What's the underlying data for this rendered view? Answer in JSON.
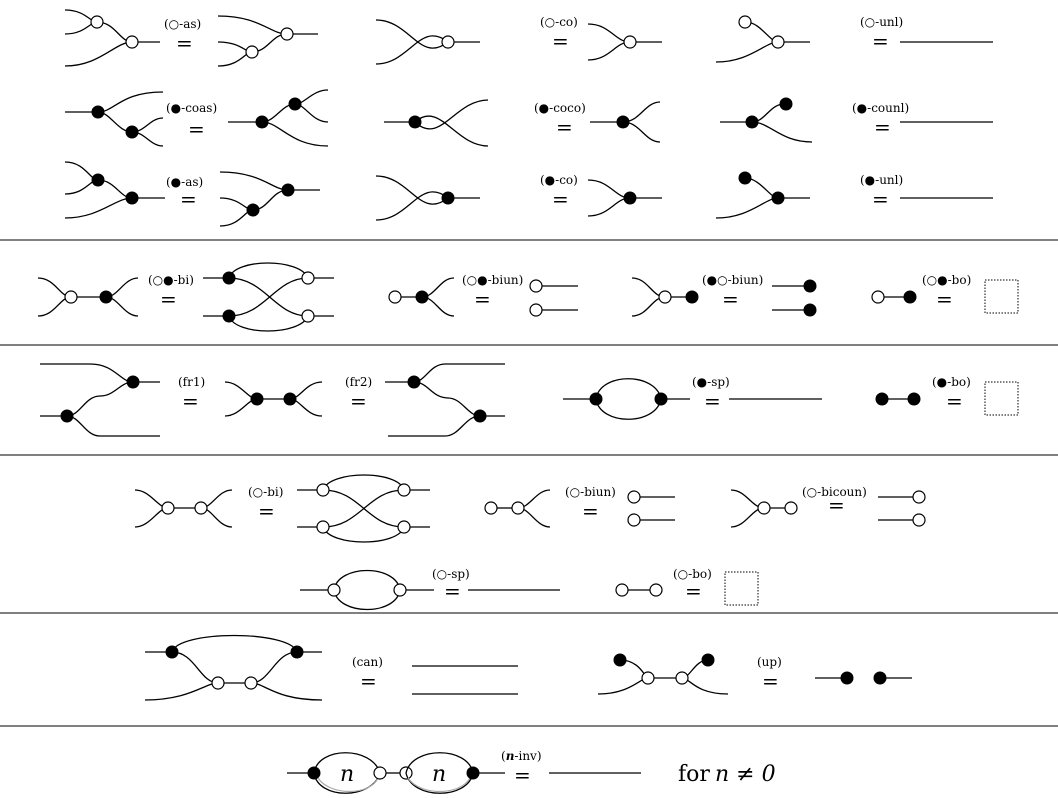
{
  "labels": {
    "w_as": "(○-as)",
    "w_co": "(○-co)",
    "w_unl": "(○-unl)",
    "b_coas": "(●-coas)",
    "b_coco": "(●-coco)",
    "b_counl": "(●-counl)",
    "b_as": "(●-as)",
    "b_co": "(●-co)",
    "b_unl": "(●-unl)",
    "wb_bi": "(○●-bi)",
    "wb_biun": "(○●-biun)",
    "bw_biun": "(●○-biun)",
    "wb_bo": "(○●-bo)",
    "fr1": "(fr1)",
    "fr2": "(fr2)",
    "b_sp": "(●-sp)",
    "b_bo": "(●-bo)",
    "w_bi": "(○-bi)",
    "w_biun": "(○-biun)",
    "w_bicoun": "(○-bicoun)",
    "w_sp": "(○-sp)",
    "w_bo": "(○-bo)",
    "can": "(can)",
    "up": "(up)",
    "n_inv_n": "n",
    "n_inv_rest": "-inv"
  },
  "equals_sign": "=",
  "inv_box_label": "n",
  "footer": {
    "for": "for",
    "condition": "n ≠ 0"
  }
}
